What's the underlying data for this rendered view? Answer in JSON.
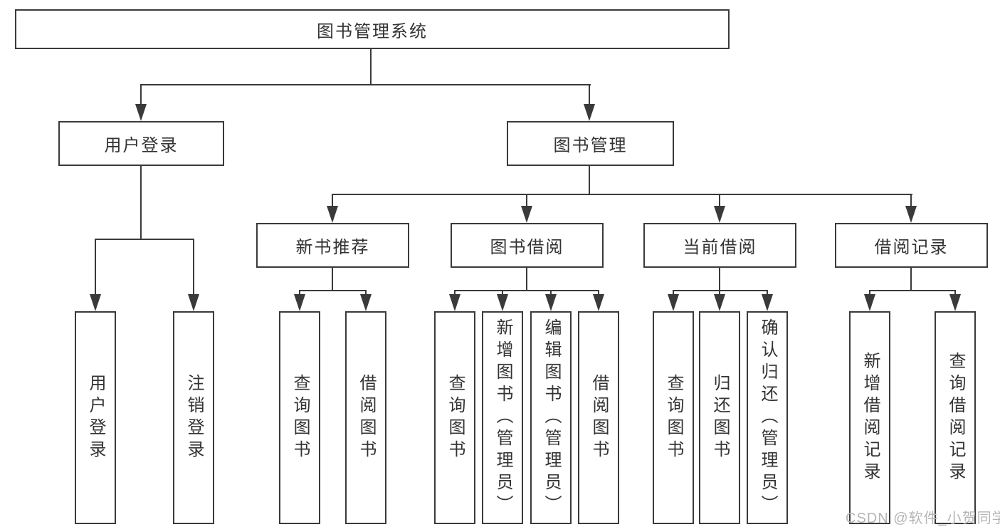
{
  "colors": {
    "line": "#3a3a3a",
    "text": "#333333",
    "watermark": "#b5b5b5",
    "background": "#ffffff"
  },
  "nodes": {
    "root": "图书管理系统",
    "user_login": "用户登录",
    "book_mgmt": "图书管理",
    "user_login_children": [
      "用户登录",
      "注销登录"
    ],
    "new_book_rec": "新书推荐",
    "new_book_rec_children": [
      "查询图书",
      "借阅图书"
    ],
    "book_borrow": "图书借阅",
    "book_borrow_children": [
      "查询图书",
      "新增图书（管理员）",
      "编辑图书（管理员）",
      "借阅图书"
    ],
    "current_borrow": "当前借阅",
    "current_borrow_children": [
      "查询图书",
      "归还图书",
      "确认归还（管理员）"
    ],
    "borrow_records": "借阅记录",
    "borrow_records_children": [
      "新增借阅记录",
      "查询借阅记录"
    ]
  },
  "watermark": "CSDN @软件_小贺同学"
}
